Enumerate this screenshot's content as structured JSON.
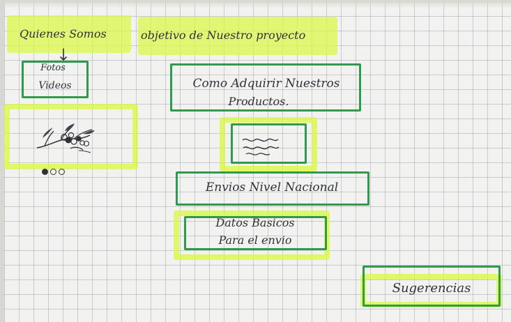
{
  "sketch": {
    "about": {
      "label": "Quienes Somos"
    },
    "objective": {
      "label": "objetivo de Nuestro proyecto"
    },
    "media": {
      "photos": "Fotos",
      "videos": "Videos"
    },
    "products": {
      "line1": "Como Adquirir Nuestros",
      "line2": "Productos."
    },
    "shipping": {
      "label": "Envios Nivel Nacional"
    },
    "shipping_data": {
      "line1": "Datos Basicos",
      "line2": "Para el envio"
    },
    "suggestions": {
      "label": "Sugerencias"
    },
    "carousel": {
      "active_index": 1,
      "total": 3
    },
    "colors": {
      "highlighter": "#dff84a",
      "box_green": "#2f9b4a",
      "ink": "#2f3138",
      "grid": "#8a8e96",
      "paper": "#f2f3f1"
    },
    "icons": [
      "flower-illustration-icon",
      "wave-lines-icon"
    ]
  }
}
